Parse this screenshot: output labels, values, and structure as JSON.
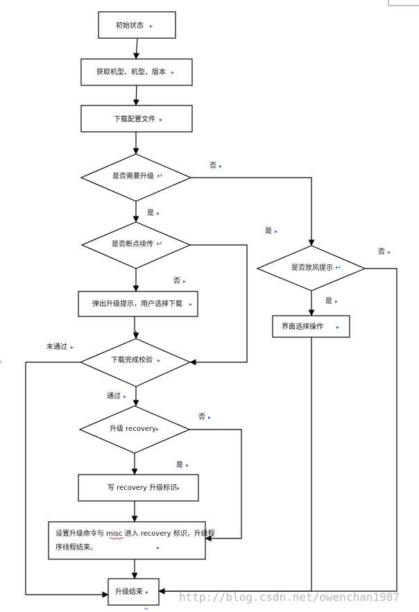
{
  "nodes": {
    "initial_state": "初始状态",
    "get_model": "获取机型、机型、版本",
    "download_config": "下载配置文件",
    "need_upgrade": "是否需要升级",
    "resume": "是否断点续传",
    "popup_prompt": "弹出升级提示，用户选择下载",
    "verify": "下载完成校验",
    "upgrade_recovery": "升级 recovery",
    "write_flag": "写 recovery 升级标识",
    "set_cmd_line1": "设置升级命令与 misc 进入 recovery 标识，升级程",
    "set_cmd_line2": "序线程结束。",
    "upgrade_end": "升级结束",
    "release_prompt": "是否放风提示",
    "ui_select": "界面选择操作"
  },
  "labels": {
    "no_need_upgrade": "否",
    "yes_need_upgrade": "是",
    "yes_release_entry": "是",
    "no_resume": "否",
    "not_passed": "未通过",
    "passed": "通过",
    "no_recovery": "否",
    "yes_recovery": "是",
    "no_release": "否",
    "yes_release": "是"
  },
  "watermark": "http://blog.csdn.net/owenchan1987"
}
